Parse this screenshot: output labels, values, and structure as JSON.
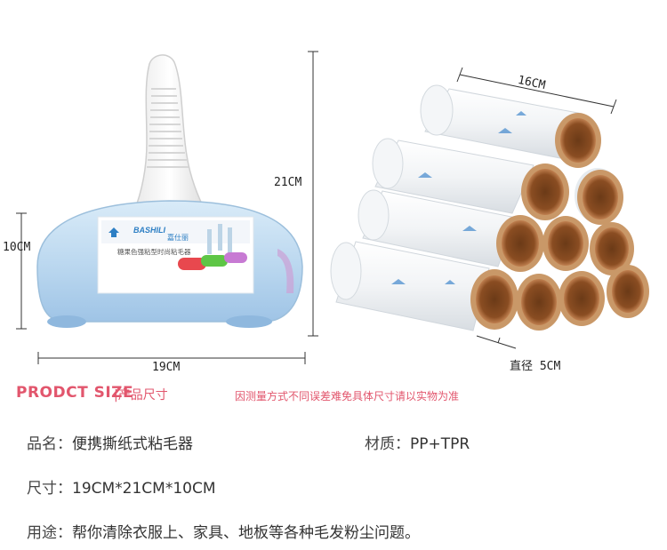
{
  "product": {
    "box_brand": "BASHILI",
    "box_brand_cn": "嘉仕丽",
    "box_title": "糖果色强粘型时尚粘毛器"
  },
  "dimensions": {
    "height": "21CM",
    "depth": "10CM",
    "width": "19CM",
    "roll_length": "16CM",
    "roll_diameter": "直径 5CM"
  },
  "section": {
    "title": "PRODCT SIZE",
    "subtitle": "|产品尺寸",
    "note": "因测量方式不同误差难免具体尺寸请以实物为准"
  },
  "info": {
    "name_label": "品名：",
    "name_value": "便携撕纸式粘毛器",
    "material_label": "材质：",
    "material_value": "PP+TPR",
    "size_label": "尺寸：",
    "size_value": "19CM*21CM*10CM",
    "use_label": "用途：",
    "use_value": "帮你清除衣服上、家具、地板等各种毛发粉尘问题。"
  },
  "colors": {
    "accent": "#e2566d",
    "body_blue": "#b9d6ee",
    "roll_core": "#a8683a"
  }
}
